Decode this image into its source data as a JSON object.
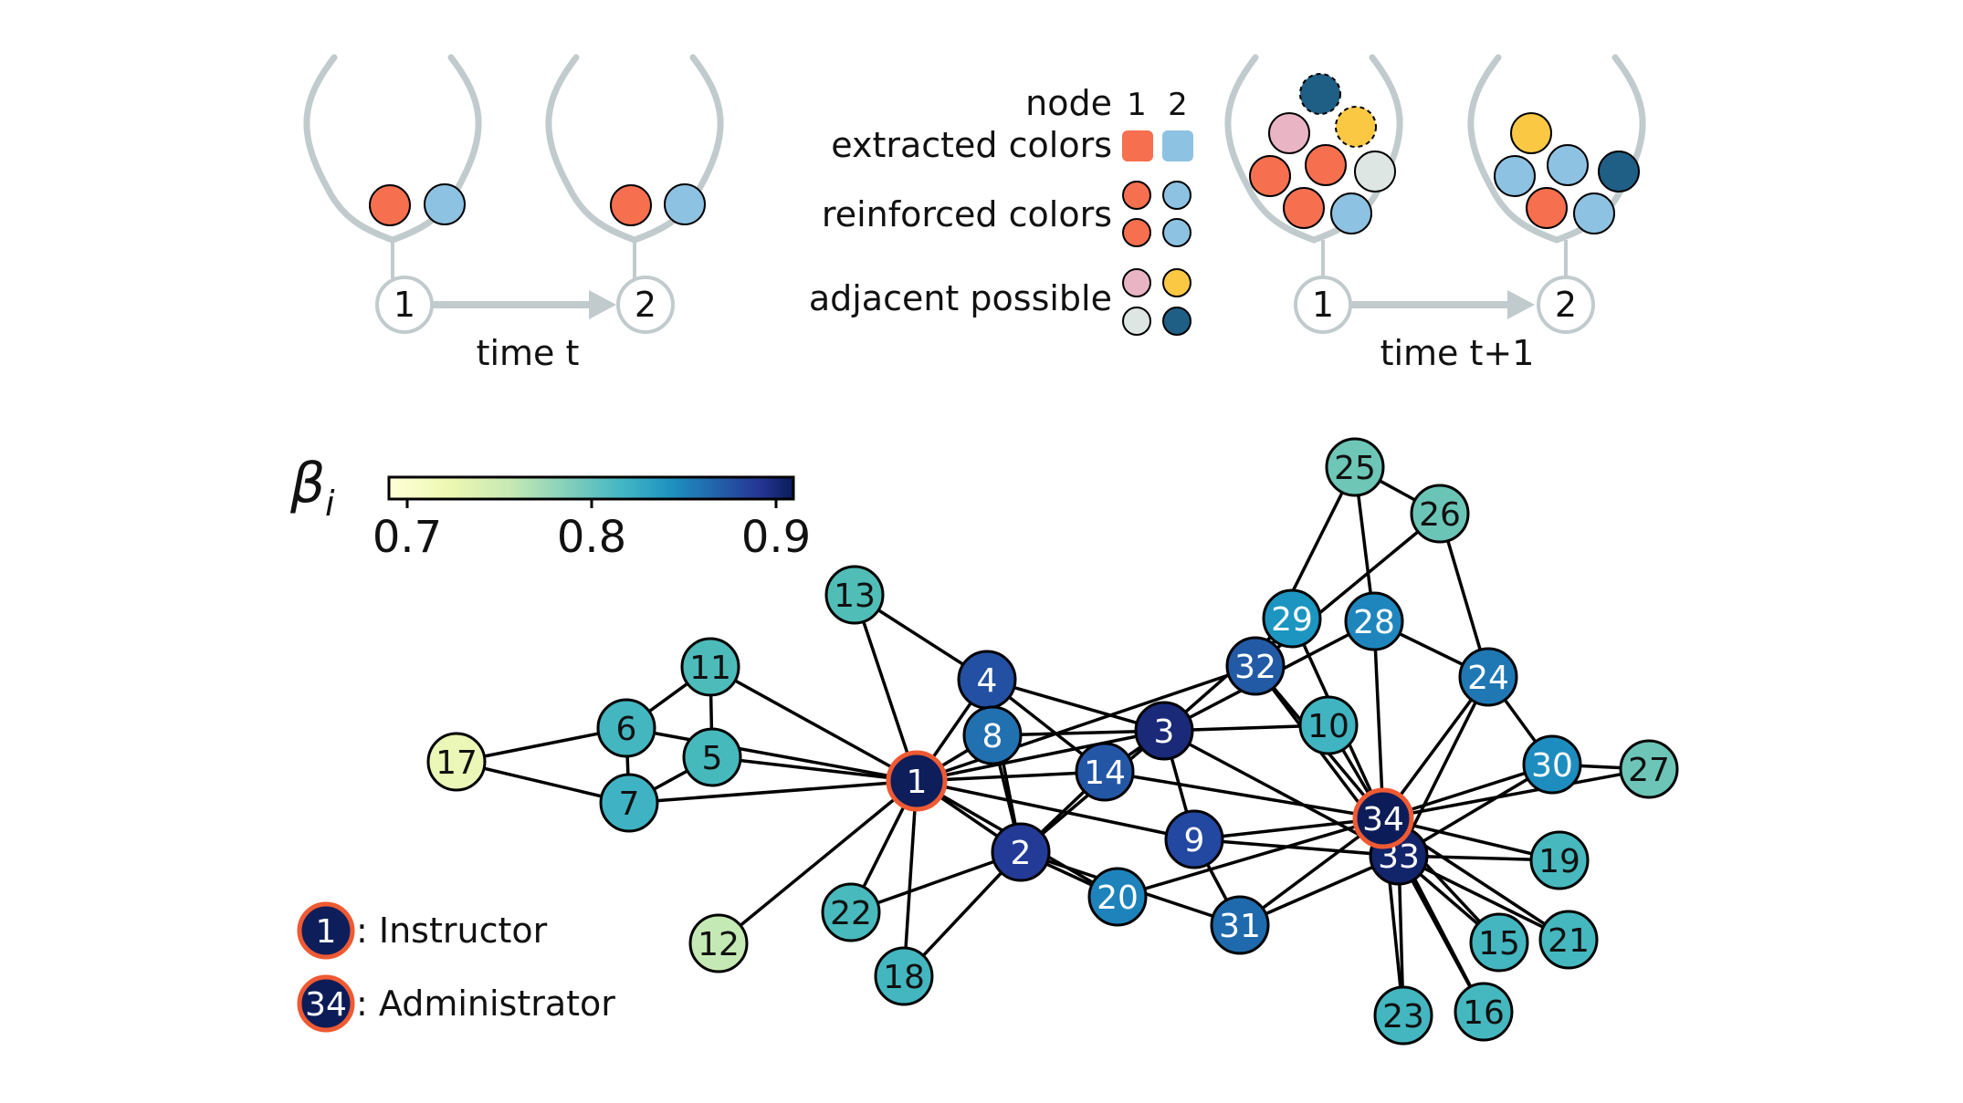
{
  "top_panel": {
    "time_t_label": "time t",
    "time_t1_label": "time t+1",
    "legend": {
      "node_label": "node",
      "col1_label": "1",
      "col2_label": "2",
      "extracted_label": "extracted colors",
      "reinforced_label": "reinforced colors",
      "adjacent_label": "adjacent possible"
    },
    "urn_node_labels": [
      "1",
      "2",
      "1",
      "2"
    ]
  },
  "colorbar": {
    "symbol": "β",
    "subscript": "i",
    "ticks": [
      "0.7",
      "0.8",
      "0.9"
    ]
  },
  "legend_bottom": {
    "instructor_node": "1",
    "instructor_label": ": Instructor",
    "admin_node": "34",
    "admin_label": ": Administrator"
  },
  "colors": {
    "orange": "#f6704f",
    "light_blue": "#8dc2e3",
    "pink": "#e9b4c4",
    "yellow": "#fbc844",
    "pale_gray": "#dde6e3",
    "dark_teal": "#1f5f85",
    "urn_gray": "#c1cbcd",
    "highlight_ring": "#ef5a33"
  },
  "network": {
    "nodes": [
      {
        "id": "1",
        "color": "#0e1e5a",
        "highlight": true
      },
      {
        "id": "2",
        "color": "#233b97"
      },
      {
        "id": "3",
        "color": "#1a2a78"
      },
      {
        "id": "4",
        "color": "#2350a2"
      },
      {
        "id": "5",
        "color": "#46b9bd"
      },
      {
        "id": "6",
        "color": "#43b6c0"
      },
      {
        "id": "7",
        "color": "#3fb3c3"
      },
      {
        "id": "8",
        "color": "#2170b0"
      },
      {
        "id": "9",
        "color": "#2348a1"
      },
      {
        "id": "10",
        "color": "#40b4c1"
      },
      {
        "id": "11",
        "color": "#4dbbb9"
      },
      {
        "id": "12",
        "color": "#c5e9b4"
      },
      {
        "id": "13",
        "color": "#50bdb6"
      },
      {
        "id": "14",
        "color": "#2357a6"
      },
      {
        "id": "15",
        "color": "#43b6c0"
      },
      {
        "id": "16",
        "color": "#45b7bf"
      },
      {
        "id": "17",
        "color": "#ebf7b6"
      },
      {
        "id": "18",
        "color": "#43b6c0"
      },
      {
        "id": "19",
        "color": "#47b8be"
      },
      {
        "id": "20",
        "color": "#1e83bb"
      },
      {
        "id": "21",
        "color": "#45b7bf"
      },
      {
        "id": "22",
        "color": "#48b9bc"
      },
      {
        "id": "23",
        "color": "#43b6c0"
      },
      {
        "id": "24",
        "color": "#1f78b4"
      },
      {
        "id": "25",
        "color": "#6dc6b6"
      },
      {
        "id": "26",
        "color": "#6bc5b6"
      },
      {
        "id": "27",
        "color": "#6cc5b6"
      },
      {
        "id": "28",
        "color": "#1e86bd"
      },
      {
        "id": "29",
        "color": "#1c95c0"
      },
      {
        "id": "30",
        "color": "#1d8cbe"
      },
      {
        "id": "31",
        "color": "#1f6aac"
      },
      {
        "id": "32",
        "color": "#225aa6"
      },
      {
        "id": "33",
        "color": "#12246a"
      },
      {
        "id": "34",
        "color": "#0c1c58",
        "highlight": true
      }
    ],
    "edges": [
      [
        "1",
        "2"
      ],
      [
        "1",
        "3"
      ],
      [
        "1",
        "4"
      ],
      [
        "1",
        "5"
      ],
      [
        "1",
        "6"
      ],
      [
        "1",
        "7"
      ],
      [
        "1",
        "8"
      ],
      [
        "1",
        "9"
      ],
      [
        "1",
        "11"
      ],
      [
        "1",
        "12"
      ],
      [
        "1",
        "13"
      ],
      [
        "1",
        "14"
      ],
      [
        "1",
        "18"
      ],
      [
        "1",
        "20"
      ],
      [
        "1",
        "22"
      ],
      [
        "1",
        "32"
      ],
      [
        "2",
        "3"
      ],
      [
        "2",
        "4"
      ],
      [
        "2",
        "8"
      ],
      [
        "2",
        "14"
      ],
      [
        "2",
        "18"
      ],
      [
        "2",
        "20"
      ],
      [
        "2",
        "22"
      ],
      [
        "2",
        "31"
      ],
      [
        "3",
        "4"
      ],
      [
        "3",
        "8"
      ],
      [
        "3",
        "9"
      ],
      [
        "3",
        "10"
      ],
      [
        "3",
        "14"
      ],
      [
        "3",
        "28"
      ],
      [
        "3",
        "29"
      ],
      [
        "3",
        "33"
      ],
      [
        "4",
        "8"
      ],
      [
        "4",
        "13"
      ],
      [
        "4",
        "14"
      ],
      [
        "5",
        "7"
      ],
      [
        "5",
        "11"
      ],
      [
        "6",
        "7"
      ],
      [
        "6",
        "11"
      ],
      [
        "6",
        "17"
      ],
      [
        "7",
        "17"
      ],
      [
        "9",
        "31"
      ],
      [
        "9",
        "33"
      ],
      [
        "9",
        "34"
      ],
      [
        "10",
        "34"
      ],
      [
        "14",
        "34"
      ],
      [
        "15",
        "33"
      ],
      [
        "15",
        "34"
      ],
      [
        "16",
        "33"
      ],
      [
        "16",
        "34"
      ],
      [
        "19",
        "33"
      ],
      [
        "19",
        "34"
      ],
      [
        "20",
        "34"
      ],
      [
        "21",
        "33"
      ],
      [
        "21",
        "34"
      ],
      [
        "23",
        "33"
      ],
      [
        "23",
        "34"
      ],
      [
        "24",
        "26"
      ],
      [
        "24",
        "28"
      ],
      [
        "24",
        "30"
      ],
      [
        "24",
        "33"
      ],
      [
        "24",
        "34"
      ],
      [
        "25",
        "26"
      ],
      [
        "25",
        "28"
      ],
      [
        "25",
        "32"
      ],
      [
        "26",
        "32"
      ],
      [
        "27",
        "30"
      ],
      [
        "27",
        "34"
      ],
      [
        "28",
        "34"
      ],
      [
        "29",
        "32"
      ],
      [
        "29",
        "34"
      ],
      [
        "30",
        "33"
      ],
      [
        "30",
        "34"
      ],
      [
        "31",
        "33"
      ],
      [
        "31",
        "34"
      ],
      [
        "32",
        "33"
      ],
      [
        "32",
        "34"
      ],
      [
        "33",
        "34"
      ]
    ]
  }
}
